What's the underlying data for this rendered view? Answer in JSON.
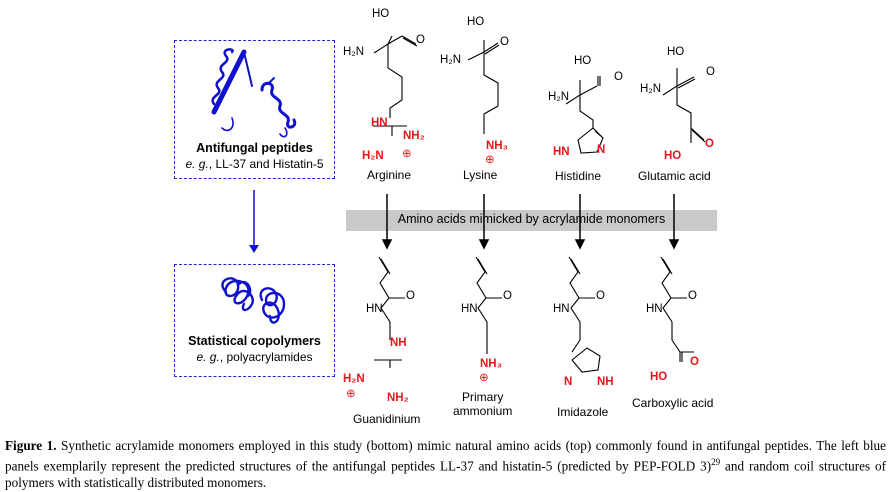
{
  "panels": {
    "top": {
      "title": "Antifungal peptides",
      "sub_em": "e. g.",
      "sub_rest": ", LL-37 and Histatin-5"
    },
    "bottom": {
      "title": "Statistical copolymers",
      "sub_em": "e. g.",
      "sub_rest": ", polyacrylamides"
    }
  },
  "band": "Amino acids mimicked by acrylamide monomers",
  "amino_acids": [
    "Arginine",
    "Lysine",
    "Histidine",
    "Glutamic acid"
  ],
  "monomers": [
    "Guanidinium",
    "Primary",
    "ammonium",
    "Imidazole",
    "Carboxylic acid"
  ],
  "chem_labels": {
    "HO": "HO",
    "O": "O",
    "H2N": "H₂N",
    "HN": "HN",
    "NH": "NH",
    "NH2": "NH₂",
    "NH3": "NH₃",
    "N": "N",
    "plus": "⊕"
  },
  "caption": {
    "label": "Figure 1.",
    "text1": " Synthetic acrylamide monomers employed in this study (bottom) mimic natural amino acids (top) commonly found in antifungal peptides. The left blue panels exemplarily represent the predicted structures of the antifungal peptides LL-37 and histatin-5 (predicted by PEP-FOLD 3)",
    "ref": "29",
    "text2": " and random coil structures of polymers with statistically distributed monomers."
  },
  "colors": {
    "panel_border": "#2323d8",
    "helix": "#1010d0",
    "red": "#e8161b",
    "band": "#c9c9c9"
  }
}
